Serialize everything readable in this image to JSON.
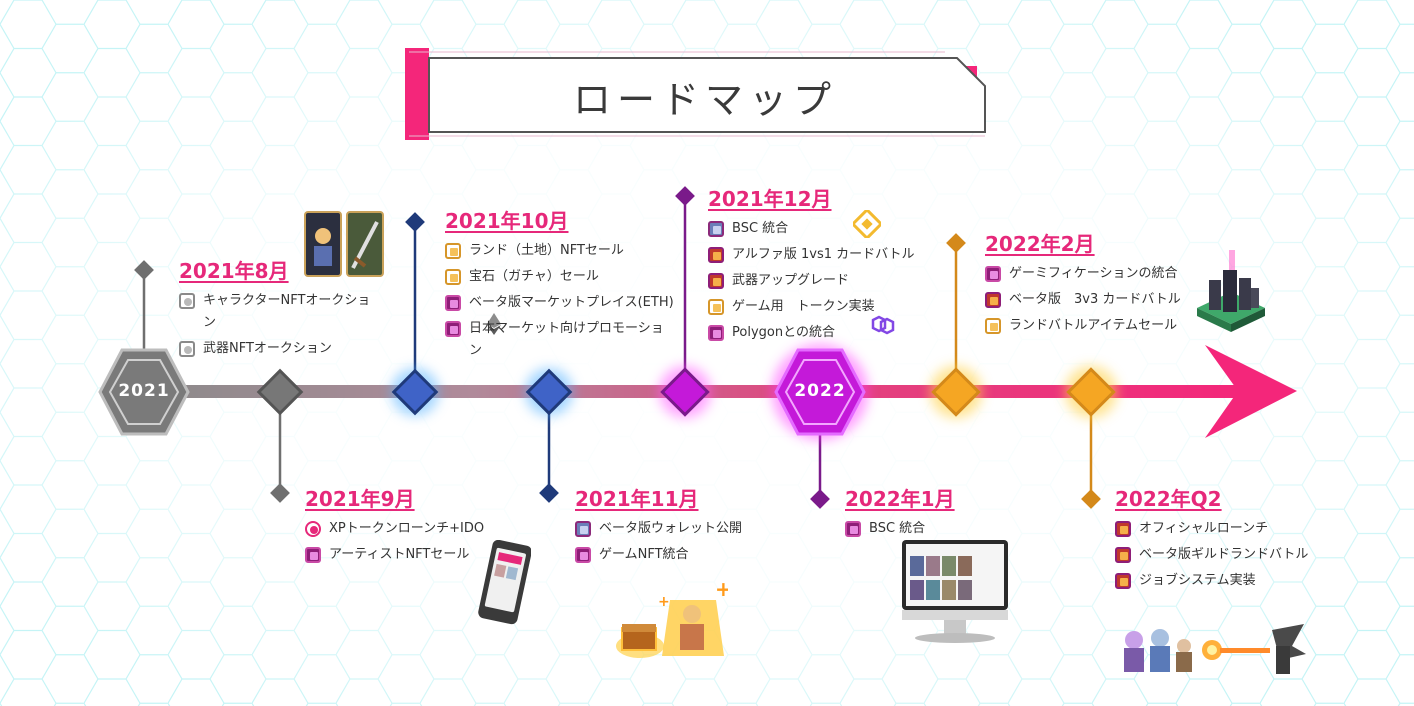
{
  "title": "ロードマップ",
  "years": {
    "start": "2021",
    "mid": "2022"
  },
  "milestones": {
    "m2021_08": {
      "date": "2021年8月",
      "items": [
        {
          "icon": "gray",
          "text": "キャラクターNFTオークション"
        },
        {
          "icon": "gray",
          "text": "武器NFTオークション"
        }
      ]
    },
    "m2021_09": {
      "date": "2021年9月",
      "items": [
        {
          "icon": "pink",
          "text": "XPトークンローンチ+IDO"
        },
        {
          "icon": "magenta",
          "text": "アーティストNFTセール"
        }
      ]
    },
    "m2021_10": {
      "date": "2021年10月",
      "items": [
        {
          "icon": "gold",
          "text": "ランド（土地）NFTセール"
        },
        {
          "icon": "gold",
          "text": "宝石（ガチャ）セール"
        },
        {
          "icon": "magenta",
          "text": "ベータ版マーケットプレイス(ETH)"
        },
        {
          "icon": "magenta",
          "text": "日本マーケット向けプロモーション"
        }
      ]
    },
    "m2021_11": {
      "date": "2021年11月",
      "items": [
        {
          "icon": "blue",
          "text": "ベータ版ウォレット公開"
        },
        {
          "icon": "magenta",
          "text": "ゲームNFT統合"
        }
      ]
    },
    "m2021_12": {
      "date": "2021年12月",
      "items": [
        {
          "icon": "blue",
          "text": "BSC 統合"
        },
        {
          "icon": "red",
          "text": "アルファ版 1vs1 カードバトル"
        },
        {
          "icon": "red",
          "text": "武器アップグレード"
        },
        {
          "icon": "gold",
          "text": "ゲーム用　トークン実装"
        },
        {
          "icon": "magenta",
          "text": "Polygonとの統合"
        }
      ]
    },
    "m2022_01": {
      "date": "2022年1月",
      "items": [
        {
          "icon": "magenta",
          "text": "BSC 統合"
        }
      ]
    },
    "m2022_02": {
      "date": "2022年2月",
      "items": [
        {
          "icon": "magenta",
          "text": "ゲーミフィケーションの統合"
        },
        {
          "icon": "red",
          "text": "ベータ版　3v3 カードバトル"
        },
        {
          "icon": "gold",
          "text": "ランドバトルアイテムセール"
        }
      ]
    },
    "m2022_q2": {
      "date": "2022年Q2",
      "items": [
        {
          "icon": "red",
          "text": "オフィシャルローンチ"
        },
        {
          "icon": "red",
          "text": "ベータ版ギルドランドバトル"
        },
        {
          "icon": "red",
          "text": "ジョブシステム実装"
        }
      ]
    }
  },
  "colors": {
    "accent_pink": "#e6287a",
    "gray_node": "#6f6f6f",
    "blue_node": "#3f63c7",
    "purple_node": "#c419d9",
    "orange_node": "#f5a623",
    "navy_stem": "#1f3a7a",
    "gold_stem": "#d4891a"
  },
  "icons": {
    "eth": "ethereum-icon",
    "bnb": "binance-coin-icon",
    "polygon": "polygon-icon",
    "cards": "nft-card-images",
    "phone": "smartphone-image",
    "treasure": "treasure-character-sprite",
    "monitor": "desktop-monitor-image",
    "city": "isometric-city-tile-image",
    "battle": "battle-characters-sprite"
  }
}
